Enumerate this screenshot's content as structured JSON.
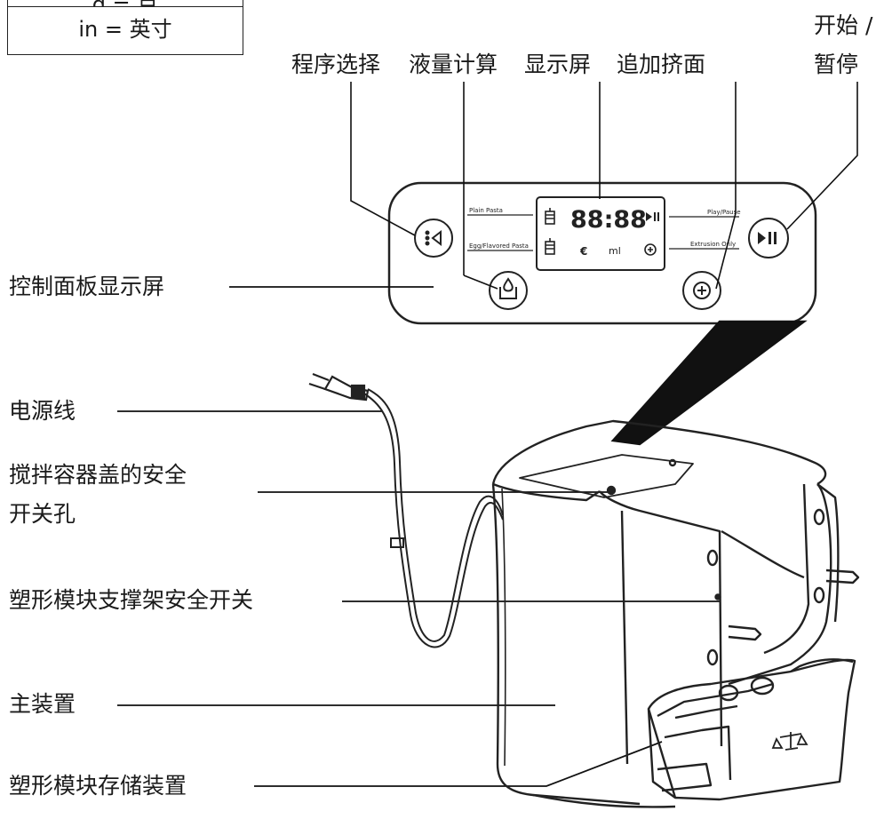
{
  "units": {
    "row1_partial": "g = 克",
    "row2": "in = 英寸"
  },
  "top_labels": {
    "program_select": "程序选择",
    "liquid_calc": "液量计算",
    "display": "显示屏",
    "extra_extrude": "追加挤面",
    "start_pause_line1": "开始 /",
    "start_pause_line2": "暂停"
  },
  "panel": {
    "display_digits": "88:88",
    "plain_pasta": "Plain Pasta",
    "egg_flavored_pasta": "Egg/Flavored Pasta",
    "play_pause": "Play/Pause",
    "extrusion_only": "Extrusion Only",
    "ml_unit": "ml"
  },
  "side_labels": {
    "control_panel": "控制面板显示屏",
    "power_cord": "电源线",
    "lid_switch_hole_line1": "搅拌容器盖的安全",
    "lid_switch_hole_line2": "开关孔",
    "die_holder_switch": "塑形模块支撑架安全开关",
    "main_unit": "主装置",
    "die_storage": "塑形模块存储装置"
  }
}
